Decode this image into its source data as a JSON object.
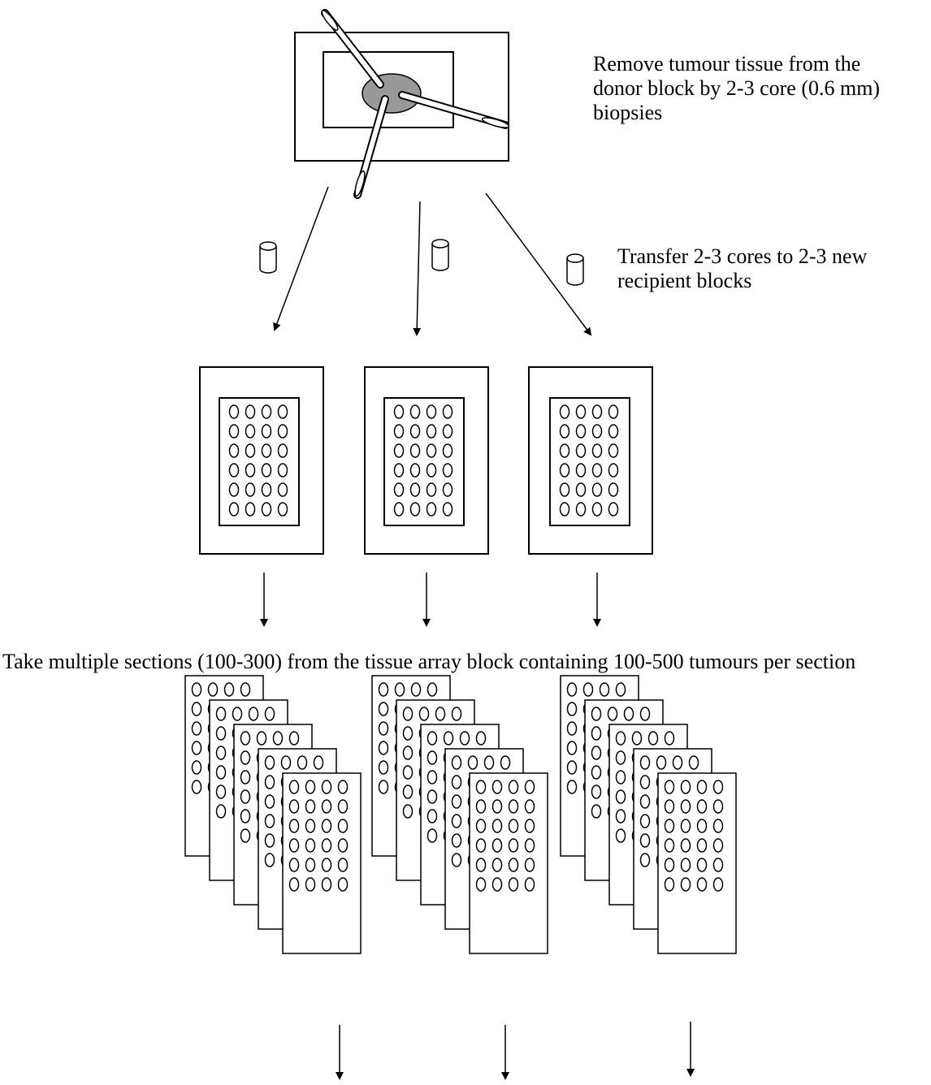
{
  "steps": {
    "remove_tissue": "Remove tumour tissue from the donor block by 2-3 core (0.6 mm) biopsies",
    "transfer_cores": "Transfer 2-3 cores to 2-3 new recipient blocks",
    "take_sections": "Take multiple sections (100-300) from the tissue array block containing 100-500 tumours per section"
  },
  "colors": {
    "line": "#000000",
    "tumour_fill": "#999999",
    "background": "#ffffff"
  }
}
